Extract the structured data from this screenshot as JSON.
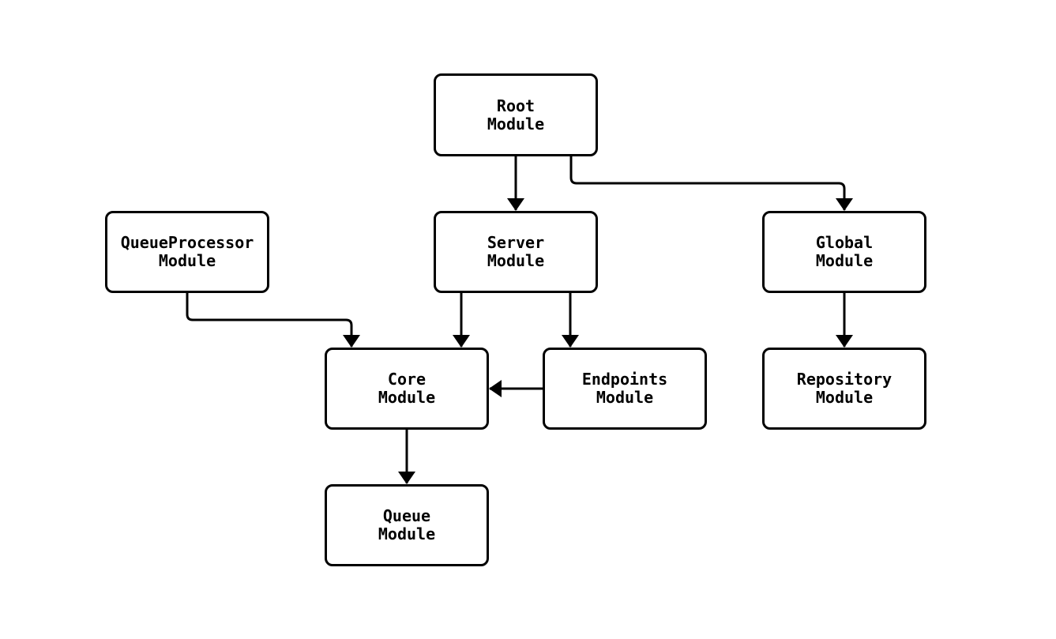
{
  "diagram": {
    "type": "module-dependency-graph",
    "colors": {
      "background": "#ffffff",
      "node_fill": "#ffffff",
      "node_border": "#000000",
      "text": "#000000",
      "arrow": "#000000"
    },
    "nodes": {
      "root": {
        "line1": "Root",
        "line2": "Module"
      },
      "queueprocessor": {
        "line1": "QueueProcessor",
        "line2": "Module"
      },
      "server": {
        "line1": "Server",
        "line2": "Module"
      },
      "global": {
        "line1": "Global",
        "line2": "Module"
      },
      "core": {
        "line1": "Core",
        "line2": "Module"
      },
      "endpoints": {
        "line1": "Endpoints",
        "line2": "Module"
      },
      "repository": {
        "line1": "Repository",
        "line2": "Module"
      },
      "queue": {
        "line1": "Queue",
        "line2": "Module"
      }
    },
    "edges": [
      {
        "from": "Root Module",
        "to": "Server Module",
        "label": "Root Module to Server Module"
      },
      {
        "from": "Root Module",
        "to": "Global Module",
        "label": "Root Module to Global Module"
      },
      {
        "from": "QueueProcessor Module",
        "to": "Core Module",
        "label": "QueueProcessor Module to Core Module"
      },
      {
        "from": "Server Module",
        "to": "Core Module",
        "label": "Server Module to Core Module"
      },
      {
        "from": "Server Module",
        "to": "Endpoints Module",
        "label": "Server Module to Endpoints Module"
      },
      {
        "from": "Endpoints Module",
        "to": "Core Module",
        "label": "Endpoints Module to Core Module"
      },
      {
        "from": "Global Module",
        "to": "Repository Module",
        "label": "Global Module to Repository Module"
      },
      {
        "from": "Core Module",
        "to": "Queue Module",
        "label": "Core Module to Queue Module"
      }
    ]
  }
}
